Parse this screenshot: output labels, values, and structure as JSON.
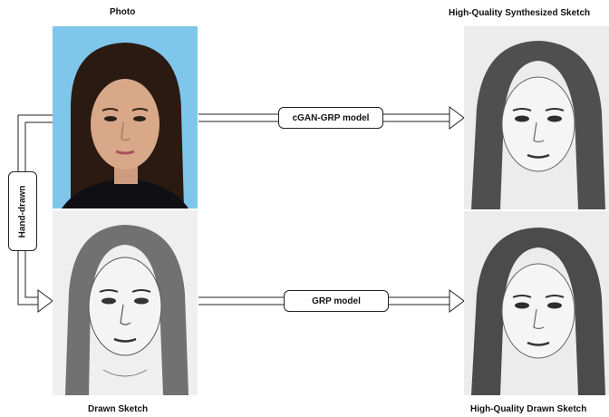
{
  "labels": {
    "photo": "Photo",
    "drawn_sketch": "Drawn Sketch",
    "hq_synth": "High-Quality Synthesized Sketch",
    "hq_drawn": "High-Quality Drawn Sketch"
  },
  "arrows": {
    "top_model": "cGAN-GRP model",
    "bottom_model": "GRP model",
    "left_path": "Hand-drawn"
  },
  "colors": {
    "photo_bg": "#7ec6ea",
    "hair": "#2a1a12",
    "skin": "#d9a889",
    "sketch_paper": "#ededed",
    "sketch_line": "#3a3a3a"
  }
}
